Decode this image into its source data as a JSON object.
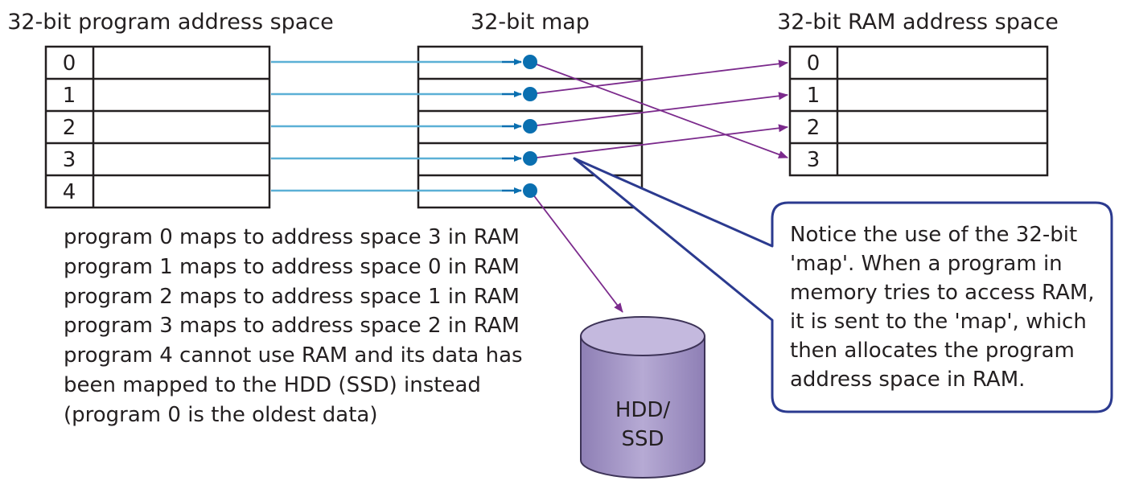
{
  "headings": {
    "program_space": "32-bit program address space",
    "map": "32-bit map",
    "ram_space": "32-bit RAM address space"
  },
  "program_rows": [
    "0",
    "1",
    "2",
    "3",
    "4"
  ],
  "ram_rows": [
    "0",
    "1",
    "2",
    "3"
  ],
  "mapping_text": [
    "program 0 maps to address space 3 in RAM",
    "program 1 maps to address space 0 in RAM",
    "program 2 maps to address space 1 in RAM",
    "program 3 maps to address space 2 in RAM",
    "program 4 cannot use RAM and its data has",
    "been mapped to the HDD (SSD) instead",
    "(program 0 is the oldest data)"
  ],
  "callout_lines": [
    "Notice the use of the 32-bit",
    "'map'. When a program in",
    "memory tries to access RAM,",
    "it is sent to the 'map', which",
    "then allocates the program",
    "address space in RAM."
  ],
  "storage_label_lines": [
    "HDD/",
    "SSD"
  ],
  "mapping": [
    {
      "program": "0",
      "target": "RAM 3"
    },
    {
      "program": "1",
      "target": "RAM 0"
    },
    {
      "program": "2",
      "target": "RAM 1"
    },
    {
      "program": "3",
      "target": "RAM 2"
    },
    {
      "program": "4",
      "target": "HDD/SSD"
    }
  ],
  "colors": {
    "program_link": "#5bb0d6",
    "map_dot": "#0a6fb0",
    "ram_link": "#7b2a8c",
    "callout_border": "#2b3a8f",
    "drive_fill": "#a99bc8",
    "table_border": "#231f20"
  }
}
